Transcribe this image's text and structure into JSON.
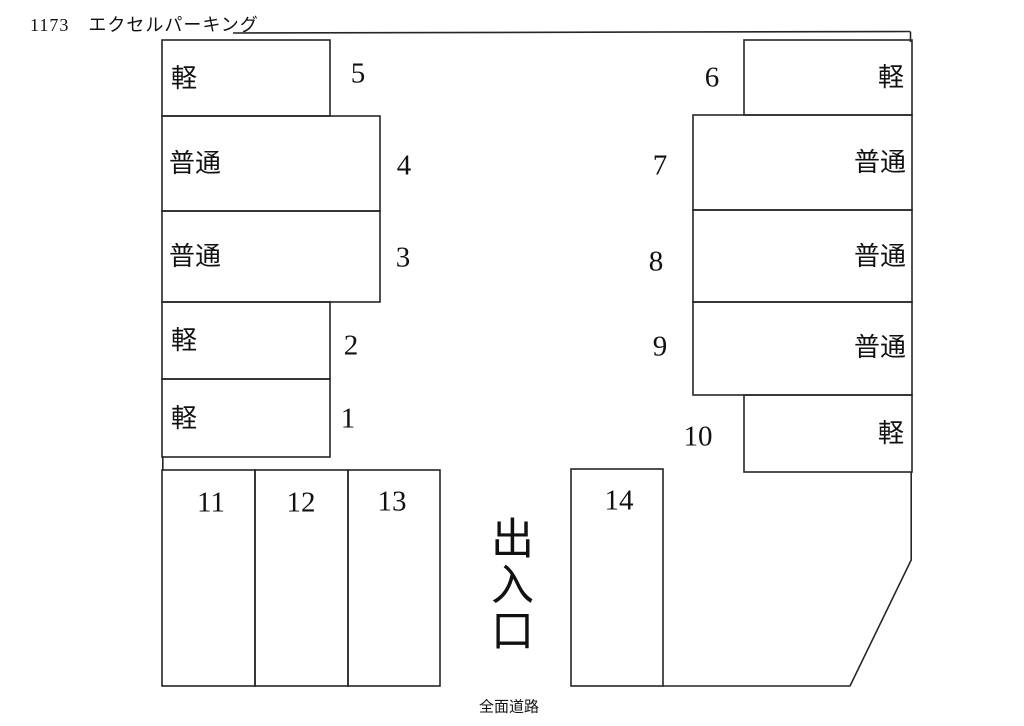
{
  "title": "1173　エクセルパーキング",
  "diagram": {
    "entrance_label": "出入口",
    "road_label": "全面道路",
    "vehicle_type_legend": {
      "kei": "軽",
      "futsu": "普通"
    },
    "spaces": [
      {
        "number": "1",
        "type": "軽"
      },
      {
        "number": "2",
        "type": "軽"
      },
      {
        "number": "3",
        "type": "普通"
      },
      {
        "number": "4",
        "type": "普通"
      },
      {
        "number": "5",
        "type": "軽"
      },
      {
        "number": "6",
        "type": "軽"
      },
      {
        "number": "7",
        "type": "普通"
      },
      {
        "number": "8",
        "type": "普通"
      },
      {
        "number": "9",
        "type": "普通"
      },
      {
        "number": "10",
        "type": "軽"
      },
      {
        "number": "11",
        "type": ""
      },
      {
        "number": "12",
        "type": ""
      },
      {
        "number": "13",
        "type": ""
      },
      {
        "number": "14",
        "type": ""
      }
    ],
    "colors": {
      "line": "#262626",
      "text": "#111111",
      "background": "#ffffff"
    }
  }
}
